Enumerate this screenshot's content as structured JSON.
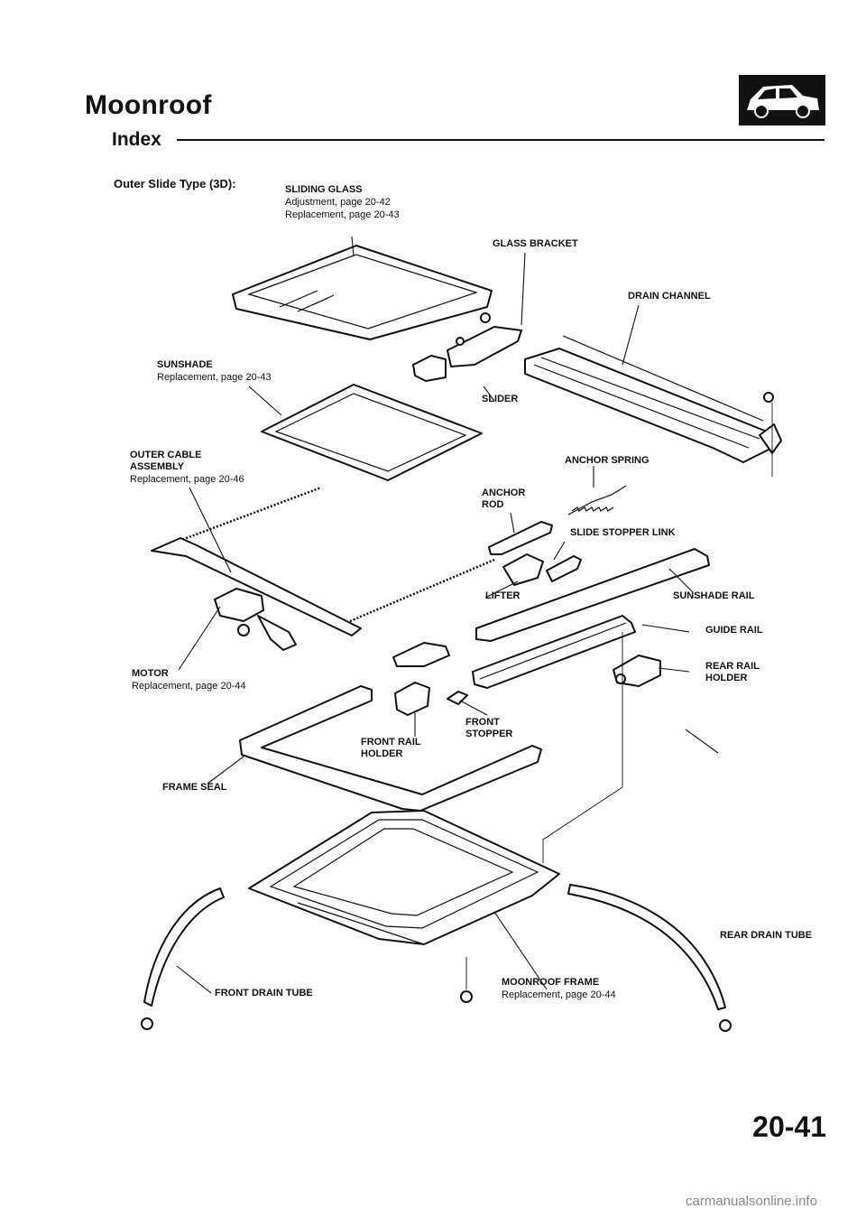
{
  "header": {
    "title": "Moonroof",
    "subtitle": "Index",
    "section": "Outer Slide Type (3D):",
    "icon": "car-hatchback-icon"
  },
  "labels": {
    "sliding_glass": {
      "name": "SLIDING GLASS",
      "ref1": "Adjustment, page 20-42",
      "ref2": "Replacement, page 20-43"
    },
    "glass_bracket": "GLASS BRACKET",
    "drain_channel": "DRAIN CHANNEL",
    "sunshade": {
      "name": "SUNSHADE",
      "ref": "Replacement, page 20-43"
    },
    "slider": "SLIDER",
    "outer_cable": {
      "name1": "OUTER CABLE",
      "name2": "ASSEMBLY",
      "ref": "Replacement, page 20-46"
    },
    "anchor_spring": "ANCHOR SPRING",
    "anchor_rod": {
      "line1": "ANCHOR",
      "line2": "ROD"
    },
    "slide_stopper_link": "SLIDE STOPPER LINK",
    "lifter": "LIFTER",
    "sunshade_rail": "SUNSHADE RAIL",
    "guide_rail": "GUIDE RAIL",
    "rear_rail_holder": {
      "line1": "REAR RAIL",
      "line2": "HOLDER"
    },
    "motor": {
      "name": "MOTOR",
      "ref": "Replacement, page 20-44"
    },
    "front_stopper": {
      "line1": "FRONT",
      "line2": "STOPPER"
    },
    "front_rail_holder": {
      "line1": "FRONT RAIL",
      "line2": "HOLDER"
    },
    "frame_seal": "FRAME SEAL",
    "rear_drain_tube": "REAR DRAIN TUBE",
    "front_drain_tube": "FRONT DRAIN TUBE",
    "moonroof_frame": {
      "name": "MOONROOF FRAME",
      "ref": "Replacement, page 20-44"
    }
  },
  "footer": {
    "page_number": "20-41",
    "watermark": "carmanualsonline.info"
  }
}
